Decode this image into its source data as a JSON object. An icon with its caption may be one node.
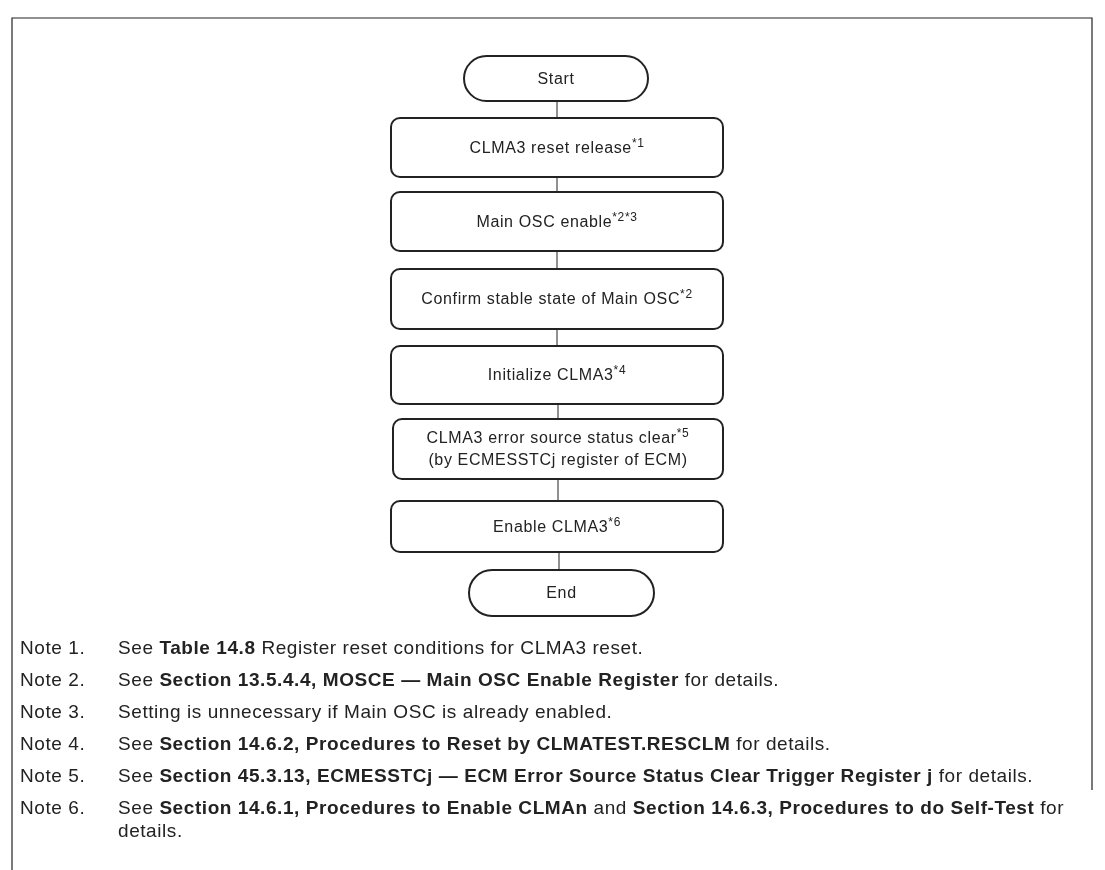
{
  "diagram": {
    "nodes": [
      {
        "text": [
          "Start"
        ]
      },
      {
        "text": [
          "CLMA3 reset release$^{*1}$"
        ]
      },
      {
        "text": [
          "Main OSC enable$^{*2*3}$"
        ]
      },
      {
        "text": [
          "Confirm stable state of Main OSC$^{*2}$"
        ]
      },
      {
        "text": [
          "Initialize CLMA3$^{*4}$"
        ]
      },
      {
        "text": [
          "CLMA3 error source status clear$^{*5}$ (by ECMESSTCj register of ECM)"
        ]
      },
      {
        "text": [
          "Enable CLMA3$^{*6}$"
        ]
      },
      {
        "text": [
          "End"
        ]
      }
    ],
    "edges": [
      {
        "from": 0,
        "to": 1,
        "arrow": "none"
      },
      {
        "from": 1,
        "to": 2,
        "arrow": "none"
      },
      {
        "from": 2,
        "to": 3,
        "arrow": "none"
      },
      {
        "from": 3,
        "to": 4,
        "arrow": "none"
      },
      {
        "from": 4,
        "to": 5,
        "arrow": "none"
      },
      {
        "from": 5,
        "to": 6,
        "arrow": "none"
      },
      {
        "from": 6,
        "to": 7,
        "arrow": "none"
      }
    ],
    "labels": [
      "Note 1.",
      "See **Table 14.8** Register reset conditions for CLMA3 reset.",
      "Note 2.",
      "See **Section 13.5.4.4, MOSCE — Main OSC Enable Register** for details.",
      "Note 3.",
      "Setting is unnecessary if Main OSC is already enabled.",
      "Note 4.",
      "See **Section 14.6.2, Procedures to Reset by CLMATEST.RESCLM** for details.",
      "Note 5.",
      "See **Section 45.3.13, ECMESSTCj — ECM Error Source Status Clear Trigger Register j** for details.",
      "Note 6.",
      "See **Section 14.6.1, Procedures to Enable CLMAn** and **Section 14.6.3, Procedures to do Self-Test** for details."
    ]
  }
}
